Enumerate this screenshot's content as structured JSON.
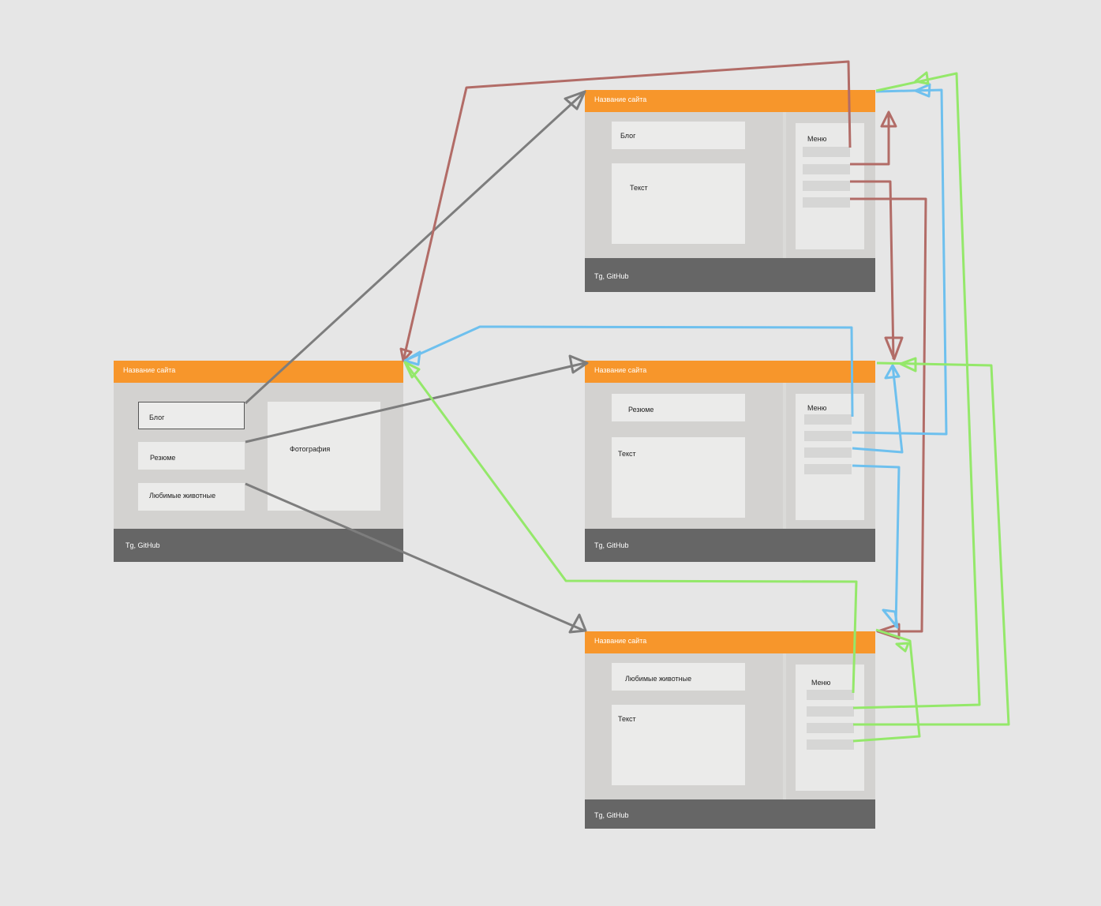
{
  "colors": {
    "canvas": "#e6e6e6",
    "header": "#f7962b",
    "footer": "#666666",
    "body": "#d3d2d0",
    "block": "#ebebea",
    "link_gray": "#7d7d7d",
    "link_red": "#b26c67",
    "link_blue": "#6ec0ee",
    "link_green": "#94e86a"
  },
  "home": {
    "header": "Название сайта",
    "nav": [
      "Блог",
      "Резюме",
      "Любимые животные"
    ],
    "photo": "Фотография",
    "footer": "Tg, GitHub"
  },
  "pages": [
    {
      "header": "Название сайта",
      "title": "Блог",
      "text": "Текст",
      "menu": "Меню",
      "footer": "Tg, GitHub"
    },
    {
      "header": "Название сайта",
      "title": "Резюме",
      "text": "Текст",
      "menu": "Меню",
      "footer": "Tg, GitHub"
    },
    {
      "header": "Название сайта",
      "title": "Любимые животные",
      "text": "Текст",
      "menu": "Меню",
      "footer": "Tg, GitHub"
    }
  ],
  "links": [
    {
      "from": "Блог",
      "to": "Блог page",
      "color": "gray"
    },
    {
      "from": "Резюме",
      "to": "Резюме page",
      "color": "gray"
    },
    {
      "from": "Любимые животные",
      "to": "Любимые животные page",
      "color": "gray"
    },
    {
      "from": "Блог page menu",
      "to": "home",
      "color": "red"
    },
    {
      "from": "Резюме page menu",
      "to": "home",
      "color": "blue"
    },
    {
      "from": "Любимые животные page menu",
      "to": "home",
      "color": "green"
    }
  ]
}
